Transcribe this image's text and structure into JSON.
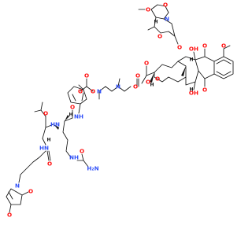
{
  "diagram": {
    "colors": {
      "bond": "#111111",
      "oxygen": "#ff0d0d",
      "nitrogen": "#3050f8"
    },
    "labels": {
      "oxygen": "O",
      "nitrogen": "N",
      "hydrogen": "H",
      "amide_nh_left": "HN",
      "amide_nh_right": "NH",
      "hydroxyl": "OH",
      "amine": "H₂N"
    }
  }
}
